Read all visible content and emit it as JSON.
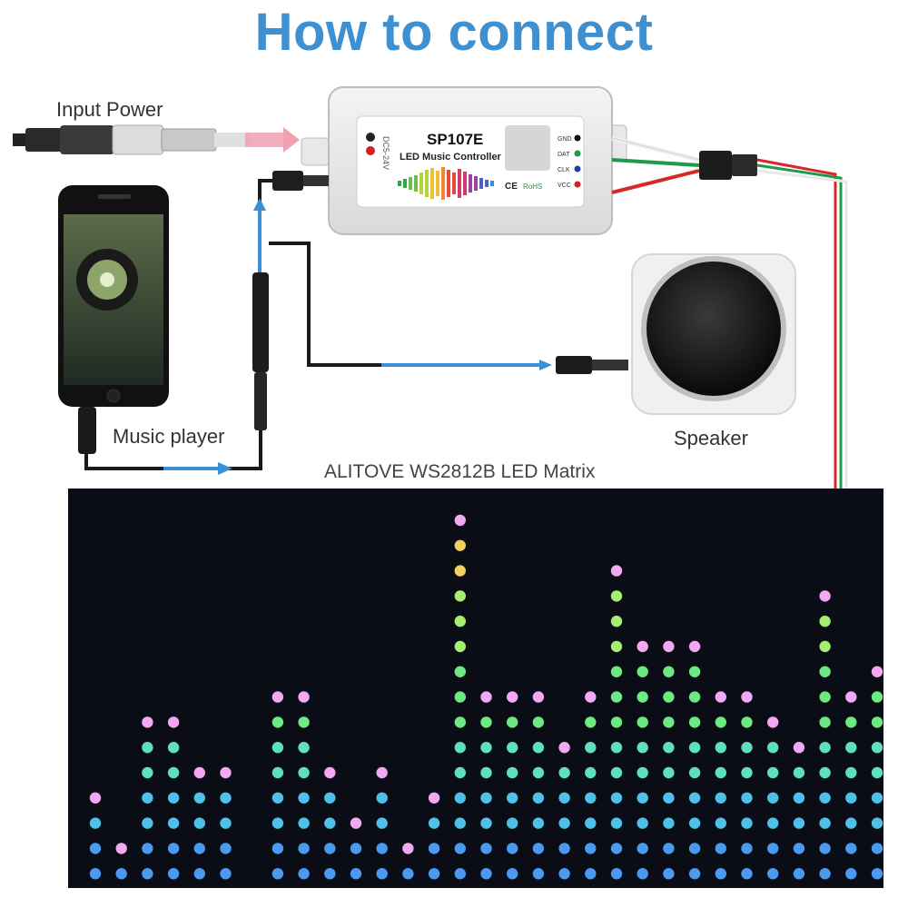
{
  "title": "How to connect",
  "labels": {
    "input_power": "Input Power",
    "music_player": "Music player",
    "speaker": "Speaker",
    "matrix": "ALITOVE WS2812B LED Matrix"
  },
  "controller": {
    "model": "SP107E",
    "subtitle": "LED Music Controller",
    "voltage": "DC5-24V",
    "pins": [
      "GND",
      "DAT",
      "CLK",
      "VCC"
    ],
    "pin_colors": [
      "#111111",
      "#1a9a4a",
      "#1f3fa8",
      "#d42020"
    ],
    "marks": [
      "CE",
      "RoHS"
    ]
  },
  "colors": {
    "title": "#3f90d0",
    "signal_arrow": "#3a8fd6",
    "power_arrow": "#f0a0b0",
    "wire_red": "#d62828",
    "wire_green": "#1e9a4c",
    "wire_white": "#f4f4f4"
  },
  "icons": [
    "plug-icon",
    "phone-icon",
    "speaker-icon",
    "audio-jack-icon",
    "led-matrix-icon"
  ]
}
